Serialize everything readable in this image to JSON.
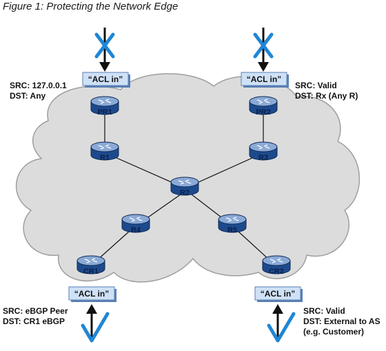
{
  "figure_title": "Figure 1: Protecting the Network Edge",
  "colors": {
    "cloud_fill": "#dcdcdc",
    "cloud_stroke": "#9e9e9e",
    "router_body": "#1d4a8c",
    "router_top": "#8aa9d6",
    "acl_fill": "#cfe1f6",
    "acl_shadow": "#5a7fb3",
    "x_mark": "#1f86d6",
    "check_mark": "#1f86d6"
  },
  "routers": {
    "pr1": "PR1",
    "pr2": "PR2",
    "r1": "R1",
    "r2": "R2",
    "r3": "R3",
    "r4": "R4",
    "r5": "R5",
    "cr1": "CR1",
    "cr2": "CR2"
  },
  "acl_label": "“ACL in”",
  "annotations": {
    "pr1": {
      "src": "SRC:  127.0.0.1",
      "dst": "DST:  Any"
    },
    "pr2": {
      "src": "SRC:  Valid",
      "dst": "DST:  Rx (Any R)"
    },
    "cr1": {
      "src": "SRC:  eBGP Peer",
      "dst": "DST:  CR1 eBGP"
    },
    "cr2": {
      "src": "SRC:  Valid",
      "dst": "DST:  External to AS",
      "extra": "(e.g. Customer)"
    }
  },
  "icons": {
    "blocked": "x-mark-icon",
    "allowed": "check-mark-icon",
    "router": "router-icon"
  }
}
